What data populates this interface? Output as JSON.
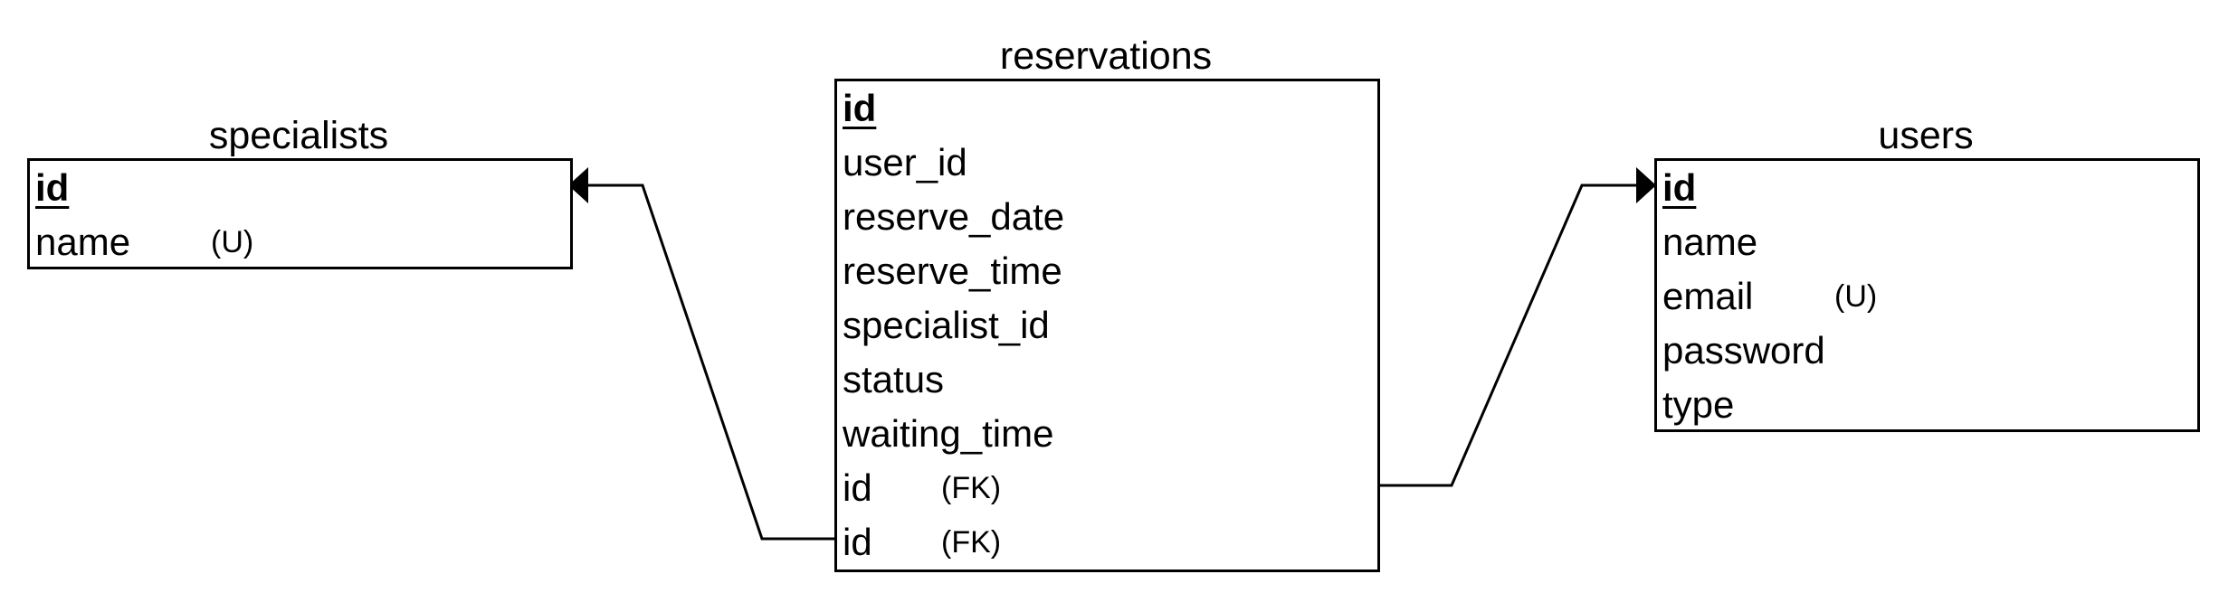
{
  "entities": {
    "specialists": {
      "title": "specialists",
      "attributes": [
        {
          "name": "id",
          "pk": true,
          "note": ""
        },
        {
          "name": "name",
          "pk": false,
          "note": "(U)"
        }
      ]
    },
    "reservations": {
      "title": "reservations",
      "attributes": [
        {
          "name": "id",
          "pk": true,
          "note": ""
        },
        {
          "name": "user_id",
          "pk": false,
          "note": ""
        },
        {
          "name": "reserve_date",
          "pk": false,
          "note": ""
        },
        {
          "name": "reserve_time",
          "pk": false,
          "note": ""
        },
        {
          "name": "specialist_id",
          "pk": false,
          "note": ""
        },
        {
          "name": "status",
          "pk": false,
          "note": ""
        },
        {
          "name": "waiting_time",
          "pk": false,
          "note": ""
        },
        {
          "name": "id",
          "pk": false,
          "note": "(FK)"
        },
        {
          "name": "id",
          "pk": false,
          "note": "(FK)"
        }
      ]
    },
    "users": {
      "title": "users",
      "attributes": [
        {
          "name": "id",
          "pk": true,
          "note": ""
        },
        {
          "name": "name",
          "pk": false,
          "note": ""
        },
        {
          "name": "email",
          "pk": false,
          "note": "(U)"
        },
        {
          "name": "password",
          "pk": false,
          "note": ""
        },
        {
          "name": "type",
          "pk": false,
          "note": ""
        }
      ]
    }
  },
  "relationships": [
    {
      "from": "reservations.attributes.8",
      "to": "specialists.attributes.0",
      "arrow": "filled"
    },
    {
      "from": "reservations.attributes.7",
      "to": "users.attributes.0",
      "arrow": "filled"
    }
  ]
}
